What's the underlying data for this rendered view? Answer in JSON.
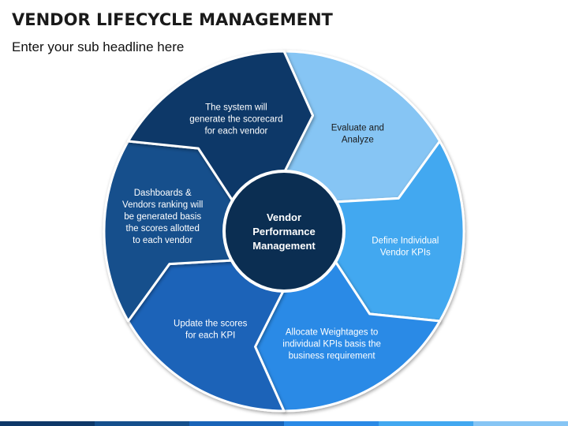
{
  "title": "VENDOR LIFECYCLE MANAGEMENT",
  "subtitle": "Enter your sub headline here",
  "center": {
    "lines": [
      "Vendor",
      "Performance",
      "Management"
    ],
    "color": "#0b2e52"
  },
  "segments": [
    {
      "lines": [
        "Evaluate and",
        "Analyze"
      ],
      "color": "#86c5f4",
      "text_color": "#1a1a1a"
    },
    {
      "lines": [
        "Define Individual",
        "Vendor KPIs"
      ],
      "color": "#42a8f0",
      "text_color": "#ffffff"
    },
    {
      "lines": [
        "Allocate Weightages to",
        "individual KPIs basis the",
        "business requirement"
      ],
      "color": "#2a8ae6",
      "text_color": "#ffffff"
    },
    {
      "lines": [
        "Update the scores",
        "for each KPI"
      ],
      "color": "#1a64b8",
      "text_color": "#ffffff"
    },
    {
      "lines": [
        "Dashboards &",
        "Vendors ranking will",
        "be generated basis",
        "the scores allotted",
        "to each vendor"
      ],
      "color": "#154f8c",
      "text_color": "#ffffff"
    },
    {
      "lines": [
        "The system will",
        "generate the scorecard",
        "for each vendor"
      ],
      "color": "#0e3868",
      "text_color": "#ffffff"
    }
  ],
  "bottom_bar_colors": [
    "#0e3868",
    "#154f8c",
    "#1a64b8",
    "#2a8ae6",
    "#42a8f0",
    "#86c5f4"
  ]
}
